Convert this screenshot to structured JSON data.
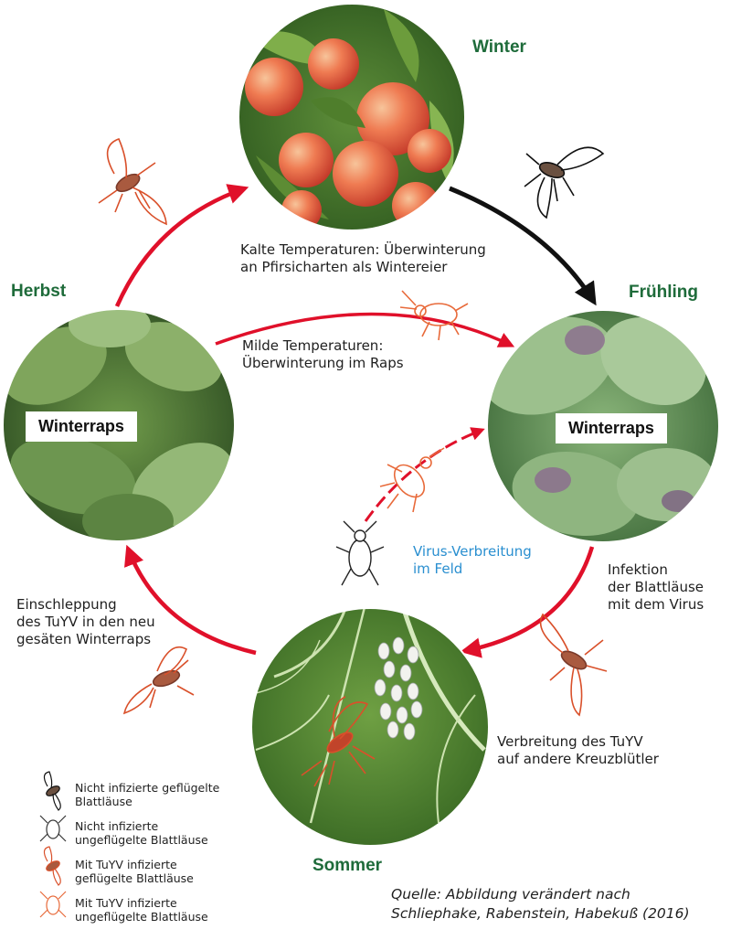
{
  "seasons": {
    "winter": "Winter",
    "fruehling": "Frühling",
    "sommer": "Sommer",
    "herbst": "Herbst"
  },
  "crop_labels": {
    "left": "Winterraps",
    "right": "Winterraps"
  },
  "captions": {
    "winter_line1": "Kalte Temperaturen: Überwinterung",
    "winter_line2": "an Pfirsicharten als Wintereier",
    "mild_line1": "Milde Temperaturen:",
    "mild_line2": "Überwinterung im Raps",
    "virus_line1": "Virus-Verbreitung",
    "virus_line2": "im Feld",
    "infektion_line1": "Infektion",
    "infektion_line2": "der Blattläuse",
    "infektion_line3": "mit dem Virus",
    "einschleppung_line1": "Einschleppung",
    "einschleppung_line2": "des TuYV in den neu",
    "einschleppung_line3": "gesäten Winterraps",
    "verbreitung_line1": "Verbreitung des TuYV",
    "verbreitung_line2": "auf andere Kreuzblütler"
  },
  "legend": [
    {
      "line1": "Nicht infizierte geflügelte",
      "line2": "Blattläuse",
      "icon": "winged-aphid-black-icon"
    },
    {
      "line1": "Nicht infizierte",
      "line2": "ungeflügelte Blattläuse",
      "icon": "wingless-aphid-outline-icon"
    },
    {
      "line1": "Mit TuYV infizierte",
      "line2": "geflügelte Blattläuse",
      "icon": "winged-aphid-red-icon"
    },
    {
      "line1": "Mit TuYV infizierte",
      "line2": "ungeflügelte Blattläuse",
      "icon": "wingless-aphid-red-icon"
    }
  ],
  "source": {
    "line1": "Quelle: Abbildung verändert nach",
    "line2": "Schliephake, Rabenstein, Habekuß (2016)"
  },
  "colors": {
    "arrow_red": "#e0102a",
    "arrow_black": "#111111",
    "season_green": "#1e6b3a",
    "virus_blue": "#2a8fd0",
    "aphid_red": "#d9502a"
  }
}
